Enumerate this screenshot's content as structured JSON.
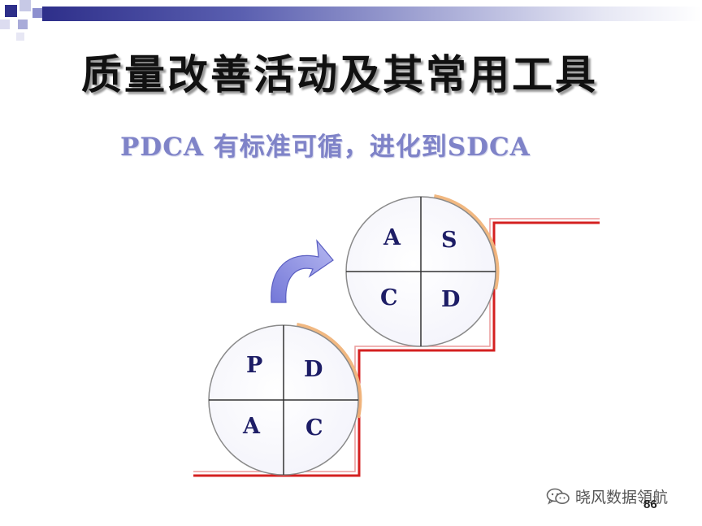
{
  "header": {
    "title": "质量改善活动及其常用工具",
    "subtitle": "PDCA 有标准可循，进化到SDCA"
  },
  "diagram": {
    "lower_cycle": {
      "top_left": "P",
      "top_right": "D",
      "bottom_left": "A",
      "bottom_right": "C"
    },
    "upper_cycle": {
      "top_left": "A",
      "top_right": "S",
      "bottom_left": "C",
      "bottom_right": "D"
    }
  },
  "footer": {
    "watermark": "晓风数据領航",
    "page_number": "86"
  },
  "colors": {
    "header_bar": "#2e2f8a",
    "title_text": "#111111",
    "subtitle_text": "#7f83c8",
    "staircase_line": "#d42020",
    "circle_rim": "#f0b47a",
    "arrow_fill": "#8c8fe0",
    "quadrant_text": "#1d1d66"
  },
  "icons": {
    "watermark_icon": "wechat-icon",
    "arrow": "curved-arrow-icon"
  }
}
